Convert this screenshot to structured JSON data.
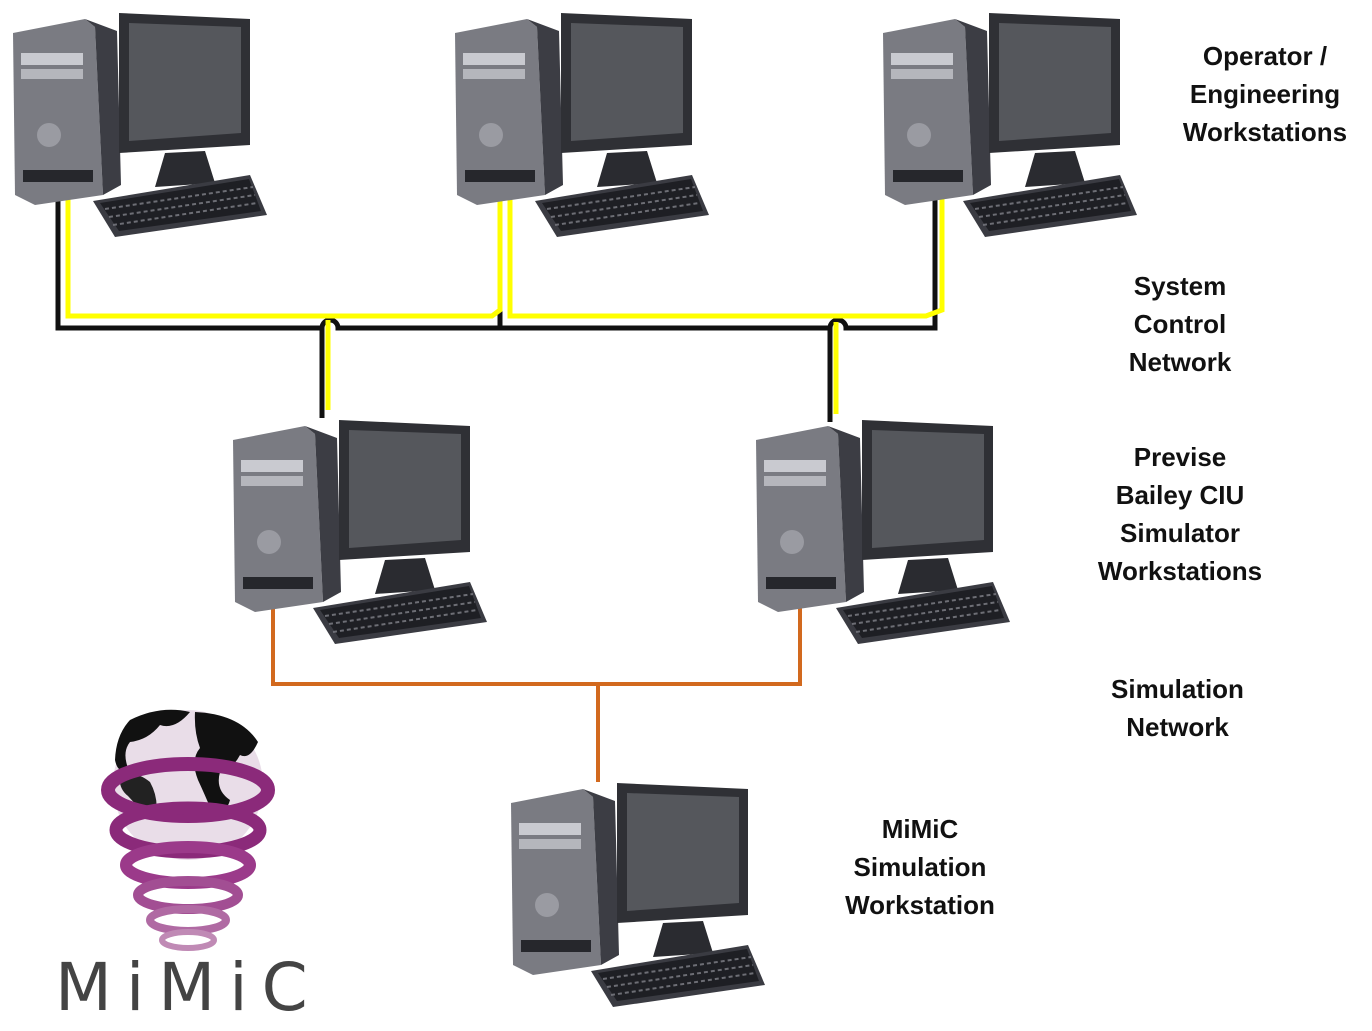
{
  "colors": {
    "control_network_dark": "#111111",
    "control_network_yellow": "#ffff00",
    "simulation_network": "#d2691e",
    "logo_purple": "#8b2a7a"
  },
  "labels": {
    "operator": [
      "Operator /",
      "Engineering",
      "Workstations"
    ],
    "system_control_network": [
      "System",
      "Control",
      "Network"
    ],
    "previse": [
      "Previse",
      "Bailey CIU",
      "Simulator",
      "Workstations"
    ],
    "simulation_network": [
      "Simulation",
      "Network"
    ],
    "mimic_workstation": [
      "MiMiC",
      "Simulation",
      "Workstation"
    ]
  },
  "logo": {
    "icon": "globe-rings-icon",
    "text": "MiMiC"
  },
  "workstations": {
    "icon": "desktop-computer-icon",
    "count": 6
  }
}
